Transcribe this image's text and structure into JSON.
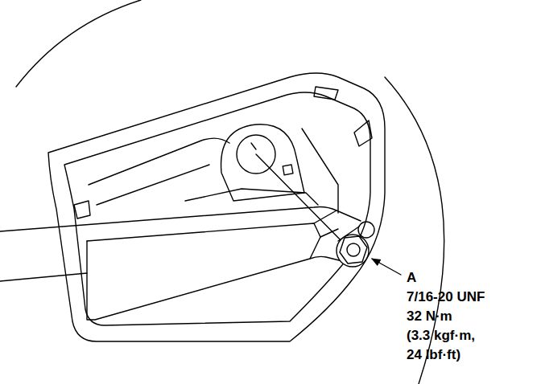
{
  "diagram": {
    "labels": [
      "A",
      "7/16-20 UNF",
      "32 N·m",
      "(3.3 kgf·m, 24 lbf·ft)"
    ]
  }
}
